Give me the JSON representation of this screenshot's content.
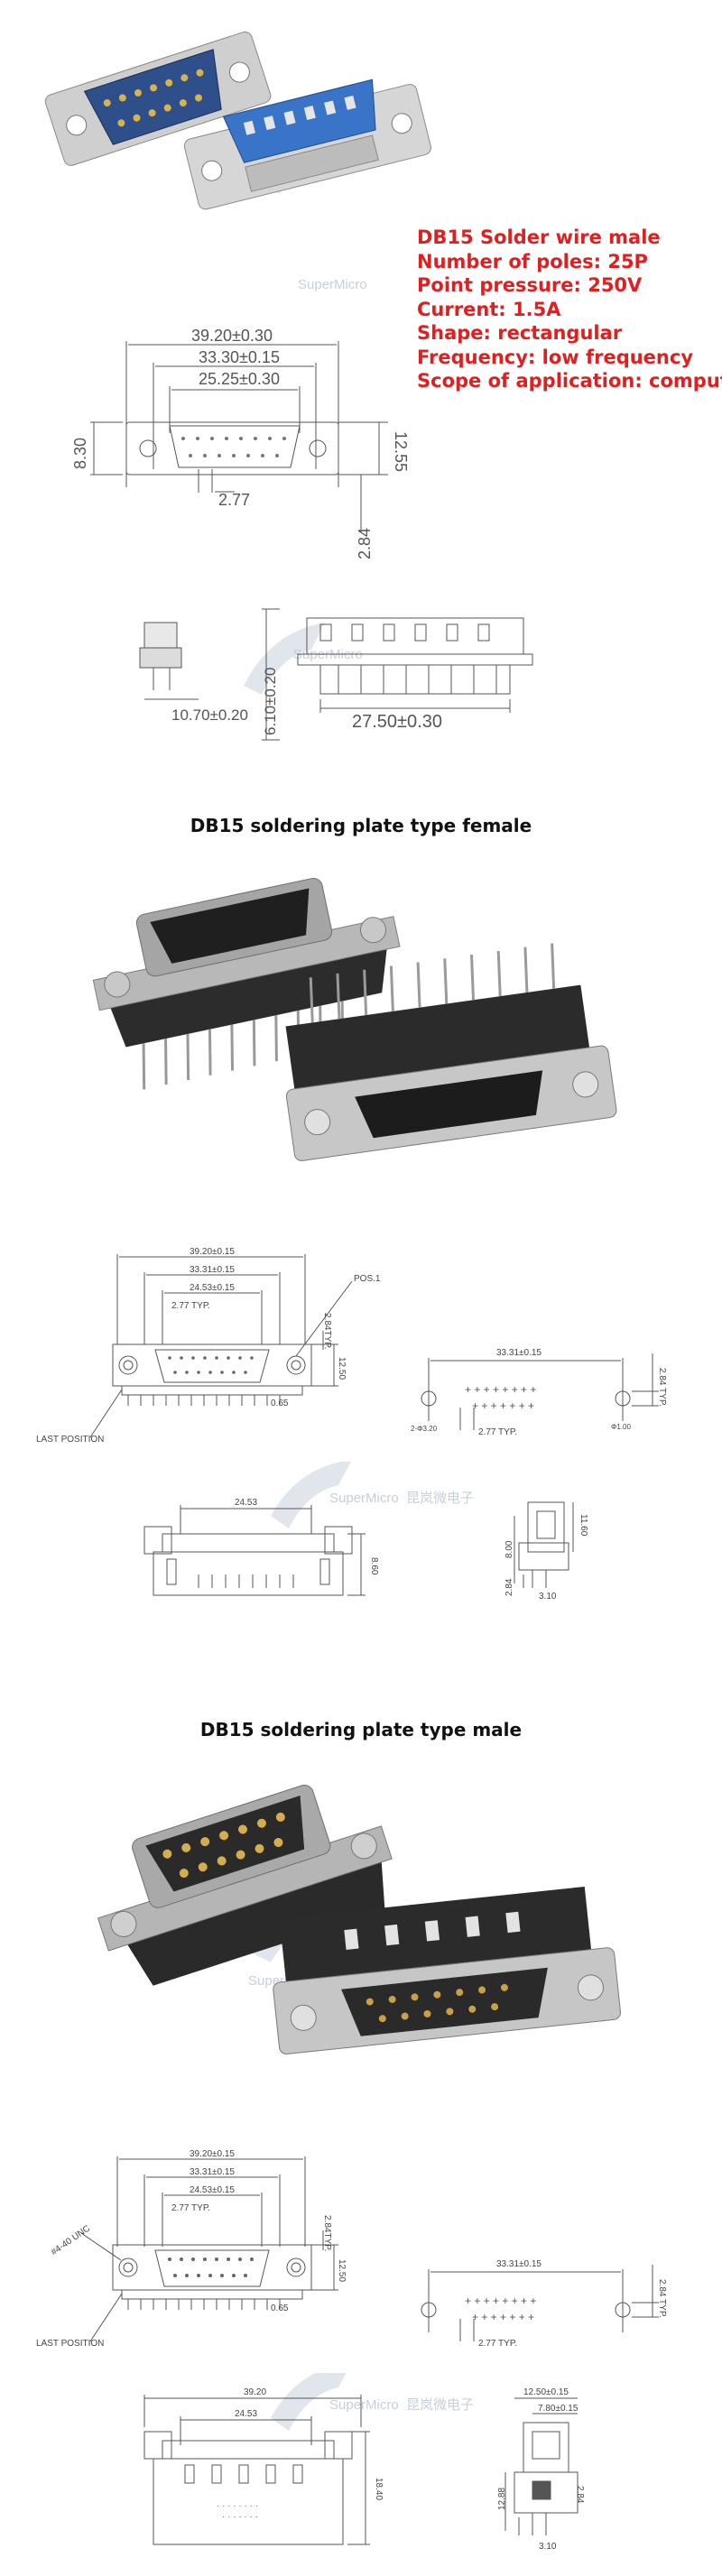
{
  "specs": {
    "title": "DB15 Solder wire male",
    "poles": "Number of poles: 25P",
    "pressure": "Point pressure: 250V",
    "current": "Current: 1.5A",
    "shape": "Shape: rectangular",
    "frequency": "Frequency: low frequency",
    "scope": "Scope of application: computer"
  },
  "watermark": {
    "brand": "SuperMicro",
    "cn": "昆岚微电子"
  },
  "drawing1": {
    "w_outer": "39.20±0.30",
    "w_mid": "33.30±0.15",
    "w_inner": "25.25±0.30",
    "h_left": "8.30",
    "h_right": "12.55",
    "pitch": "2.77",
    "depth": "2.84",
    "side_w": "10.70±0.20",
    "side_h": "6.10±0.20",
    "back_w": "27.50±0.30"
  },
  "section_female": {
    "heading": "DB15 soldering plate type female"
  },
  "drawing2": {
    "w_outer": "39.20±0.15",
    "w_mid": "33.31±0.15",
    "w_inner": "24.53±0.15",
    "pitch": "2.77 TYP.",
    "h1": "2.84TYP.",
    "h2": "12.50",
    "pos": "POS.1",
    "last": "LAST POSITION",
    "offset": "0.65",
    "pcb_w": "33.31±0.15",
    "pcb_hole": "2-Φ3.20",
    "pcb_pitch": "2.77 TYP.",
    "pcb_pin": "Φ1.00",
    "pcb_h": "2.84 TYP.",
    "bot_w": "24.53",
    "bot_h": "8.60",
    "side_a": "11.60",
    "side_b": "8.00",
    "side_c": "2.84",
    "side_d": "3.10"
  },
  "section_male": {
    "heading": "DB15 soldering plate type male"
  },
  "drawing3": {
    "w_outer": "39.20±0.15",
    "w_mid": "33.31±0.15",
    "w_inner": "24.53±0.15",
    "pitch": "2.77 TYP.",
    "h1": "2.84TYP.",
    "h2": "12.50",
    "unc": "#4-40 UNC",
    "last": "LAST POSITION",
    "offset": "0.65",
    "pcb_w": "33.31±0.15",
    "pcb_pitch": "2.77 TYP.",
    "pcb_h": "2.84 TYP.",
    "bot_w1": "39.20",
    "bot_w2": "24.53",
    "bot_h": "18.40",
    "side_a": "12.50±0.15",
    "side_b": "7.80±0.15",
    "side_c": "12.88",
    "side_d": "2.84",
    "side_e": "3.10"
  }
}
